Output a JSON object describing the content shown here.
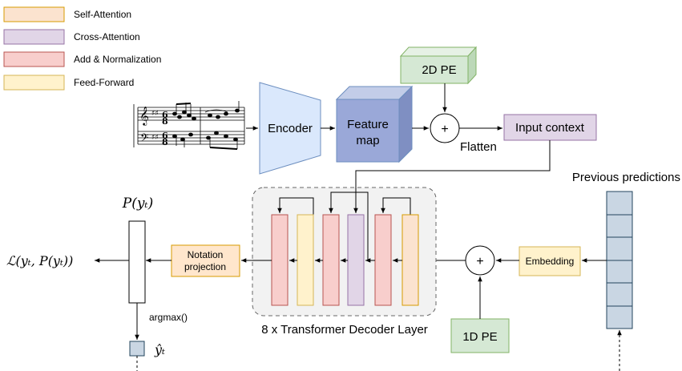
{
  "legend": [
    {
      "label": "Self-Attention",
      "fill": "#fbe3cf",
      "stroke": "#d79b00"
    },
    {
      "label": "Cross-Attention",
      "fill": "#e1d5e7",
      "stroke": "#9673a6"
    },
    {
      "label": "Add & Normalization",
      "fill": "#f8cecc",
      "stroke": "#b85450"
    },
    {
      "label": "Feed-Forward",
      "fill": "#fff2cc",
      "stroke": "#d6b656"
    }
  ],
  "encoder": {
    "label": "Encoder",
    "fill": "#dae8fc",
    "stroke": "#6c8ebf"
  },
  "feature_map": {
    "line1": "Feature",
    "line2": "map",
    "fill": "#9aa8d8"
  },
  "pe2d": {
    "label": "2D PE",
    "fill": "#d5e8d4"
  },
  "pe1d": {
    "label": "1D PE",
    "fill": "#d5e8d4"
  },
  "plus_symbol": "+",
  "flatten_label": "Flatten",
  "input_context": {
    "label": "Input context",
    "fill": "#e1d5e7",
    "stroke": "#9673a6"
  },
  "previous_predictions": "Previous predictions",
  "embedding": {
    "label": "Embedding",
    "fill": "#fff2cc",
    "stroke": "#d6b656"
  },
  "decoder_caption": "8 x Transformer Decoder Layer",
  "notation_projection": {
    "line1": "Notation",
    "line2": "projection",
    "fill": "#ffe6cc",
    "stroke": "#d79b00"
  },
  "prob_label": "P(yₜ)",
  "loss_label": "ℒ(yₜ, P(yₜ))",
  "argmax_label": "argmax()",
  "yhat_label": "ŷₜ",
  "sequence_fill": "#c9d6e3"
}
